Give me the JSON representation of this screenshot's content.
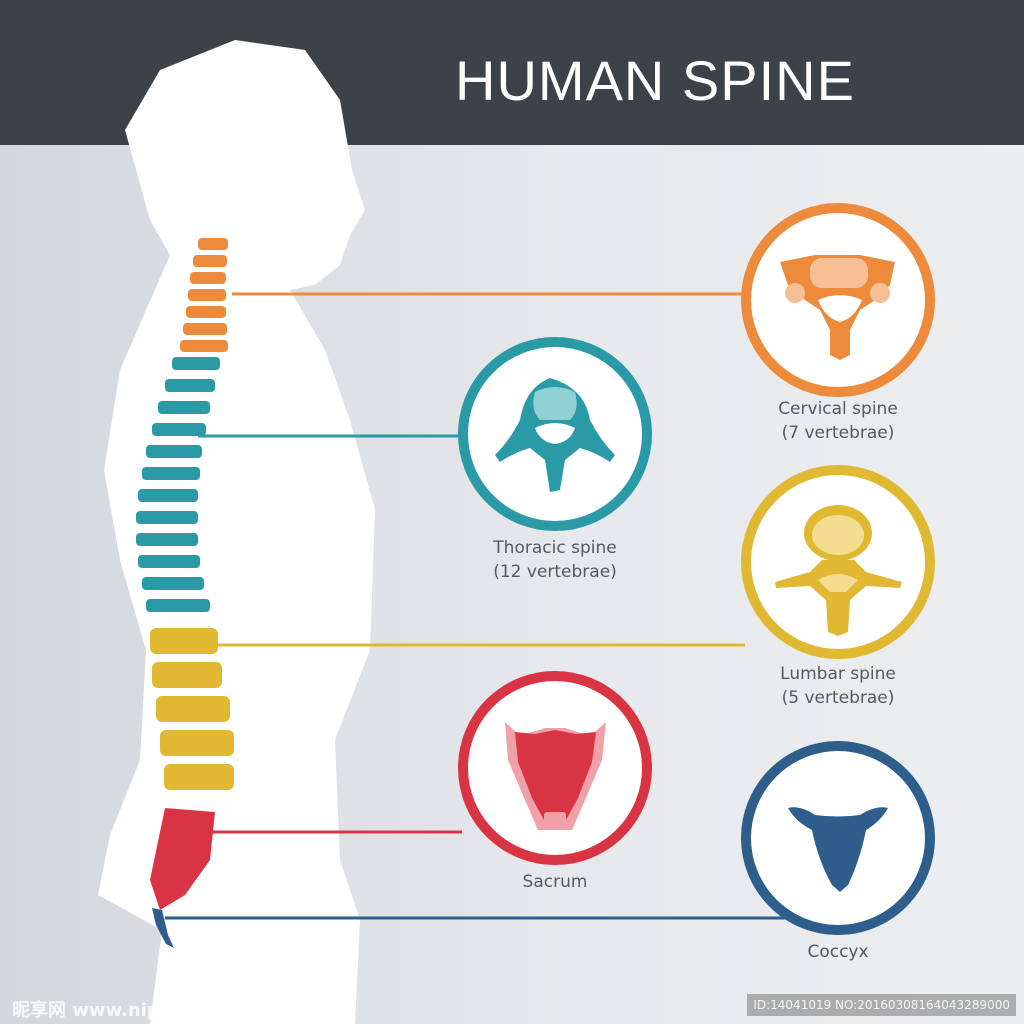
{
  "title": "HUMAN SPINE",
  "sections": [
    {
      "key": "cervical",
      "name": "Cervical spine",
      "detail": "(7 vertebrae)",
      "color": "#ee8a3c"
    },
    {
      "key": "thoracic",
      "name": "Thoracic spine",
      "detail": "(12 vertebrae)",
      "color": "#2a9ba6"
    },
    {
      "key": "lumbar",
      "name": "Lumbar spine",
      "detail": "(5 vertebrae)",
      "color": "#e1b832"
    },
    {
      "key": "sacrum",
      "name": "Sacrum",
      "detail": "",
      "color": "#d93443"
    },
    {
      "key": "coccyx",
      "name": "Coccyx",
      "detail": "",
      "color": "#2d5e8c"
    }
  ],
  "watermark": {
    "left": "昵享网 www.nipic.cn",
    "right": "ID:14041019 NO:20160308164043289000"
  }
}
